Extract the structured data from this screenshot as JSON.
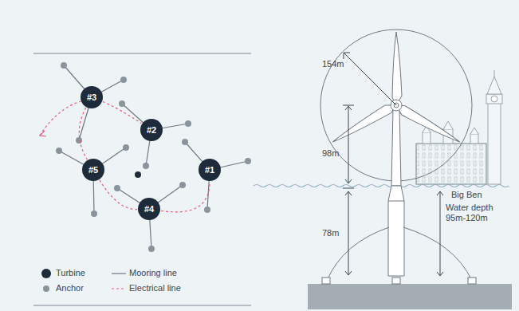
{
  "diagram": {
    "nodes": [
      {
        "text": [
          "#3"
        ]
      },
      {
        "text": [
          "#2"
        ]
      },
      {
        "text": [
          "#5"
        ]
      },
      {
        "text": [
          "#1"
        ]
      },
      {
        "text": [
          "#4"
        ]
      }
    ],
    "edges": [
      {
        "from": 0,
        "to": 1,
        "arrow": "none"
      },
      {
        "from": 0,
        "to": 2,
        "arrow": "none"
      },
      {
        "from": 2,
        "to": 4,
        "arrow": "none"
      },
      {
        "from": 4,
        "to": 3,
        "arrow": "none"
      }
    ],
    "labels": [
      "154m",
      "98m",
      "78m",
      "Big Ben",
      "Water depth 95m-120m"
    ],
    "legend": [
      {
        "text": "Turbine"
      },
      {
        "text": "Anchor"
      },
      {
        "text": "Mooring line"
      },
      {
        "text": "Electrical line"
      }
    ]
  }
}
